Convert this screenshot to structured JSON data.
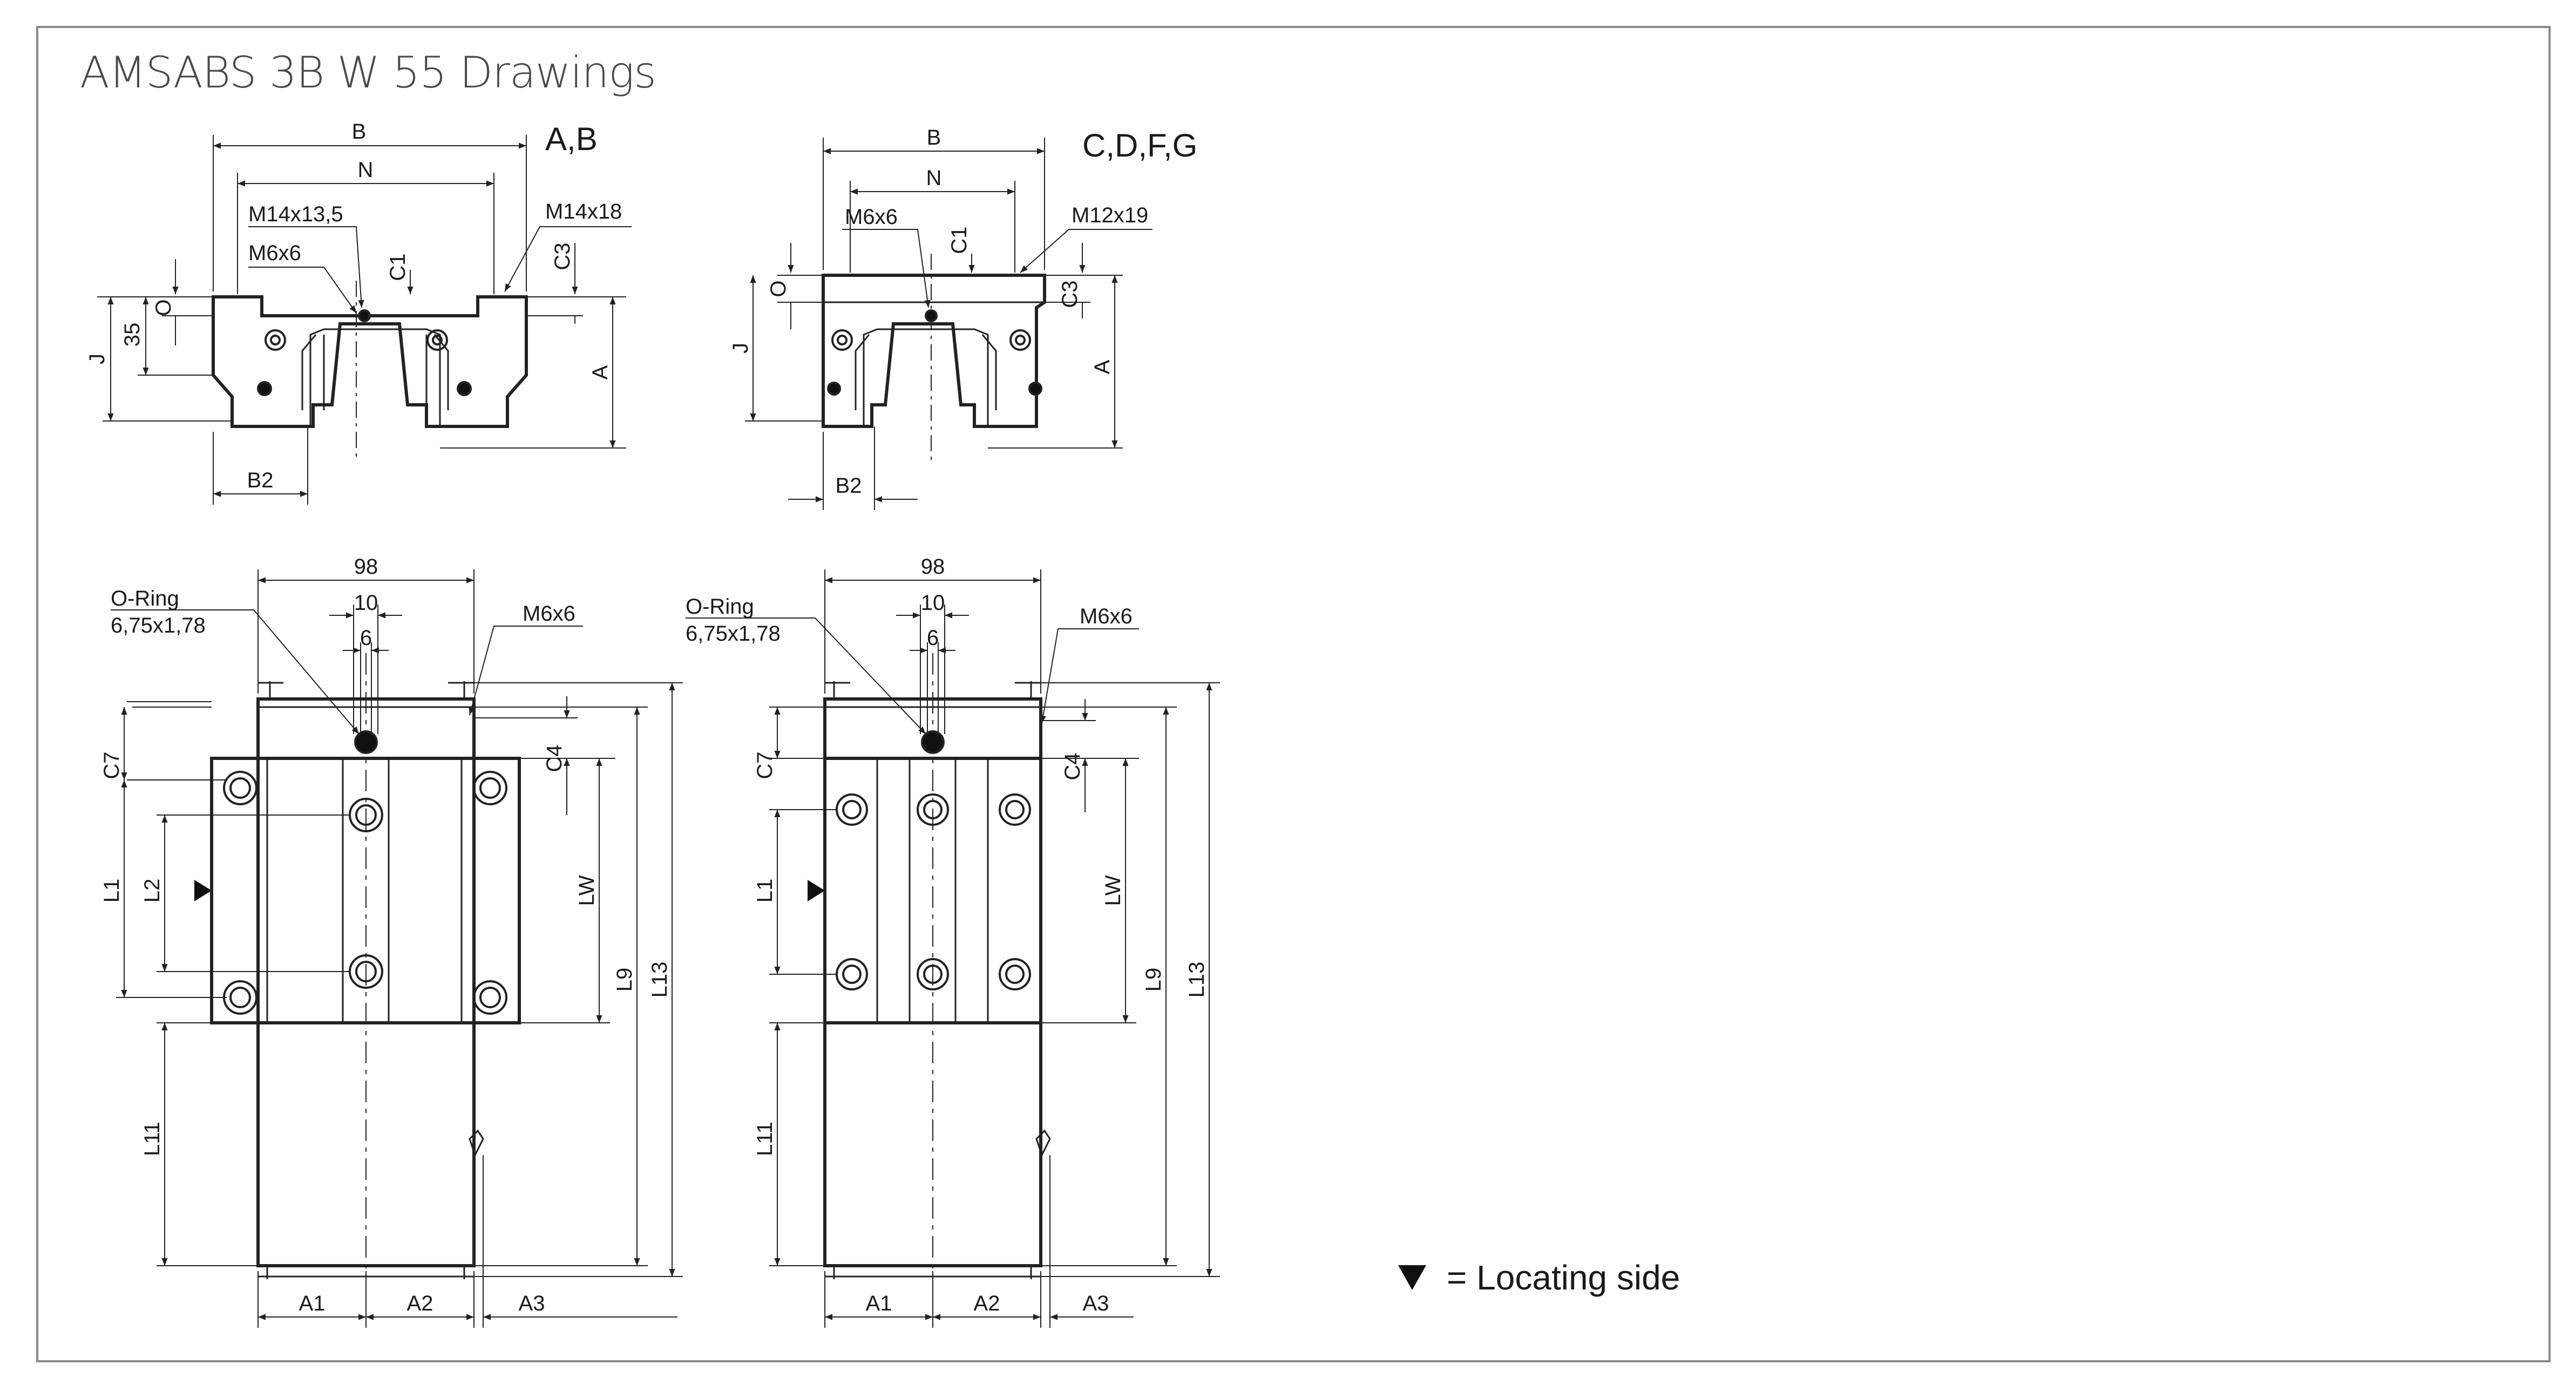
{
  "header": {
    "title": "AMSABS 3B W 55 Drawings"
  },
  "views": {
    "top_left": {
      "variant": "A,B",
      "labels": {
        "B": "B",
        "N": "N",
        "M14x13_5": "M14x13,5",
        "M6x6": "M6x6",
        "C1": "C1",
        "C3": "C3",
        "M14x18": "M14x18",
        "O": "O",
        "J": "J",
        "n35": "35",
        "A": "A",
        "B2": "B2"
      }
    },
    "top_right": {
      "variant": "C,D,F,G",
      "labels": {
        "B": "B",
        "N": "N",
        "M6x6": "M6x6",
        "C1": "C1",
        "M12x19": "M12x19",
        "C3": "C3",
        "O": "O",
        "J": "J",
        "A": "A",
        "B2": "B2"
      }
    },
    "bottom_left": {
      "labels": {
        "n98": "98",
        "n10": "10",
        "n6": "6",
        "oring1": "O-Ring",
        "oring2": "6,75x1,78",
        "M6x6": "M6x6",
        "C7": "C7",
        "C4": "C4",
        "L1": "L1",
        "L2": "L2",
        "LW": "LW",
        "L9": "L9",
        "L13": "L13",
        "L11": "L11",
        "A1": "A1",
        "A2": "A2",
        "A3": "A3"
      }
    },
    "bottom_right": {
      "labels": {
        "n98": "98",
        "n10": "10",
        "n6": "6",
        "oring1": "O-Ring",
        "oring2": "6,75x1,78",
        "M6x6": "M6x6",
        "C7": "C7",
        "C4": "C4",
        "L1": "L1",
        "LW": "LW",
        "L9": "L9",
        "L13": "L13",
        "L11": "L11",
        "A1": "A1",
        "A2": "A2",
        "A3": "A3"
      }
    }
  },
  "legend": {
    "text": "= Locating side",
    "icon": "triangle-down-icon"
  }
}
